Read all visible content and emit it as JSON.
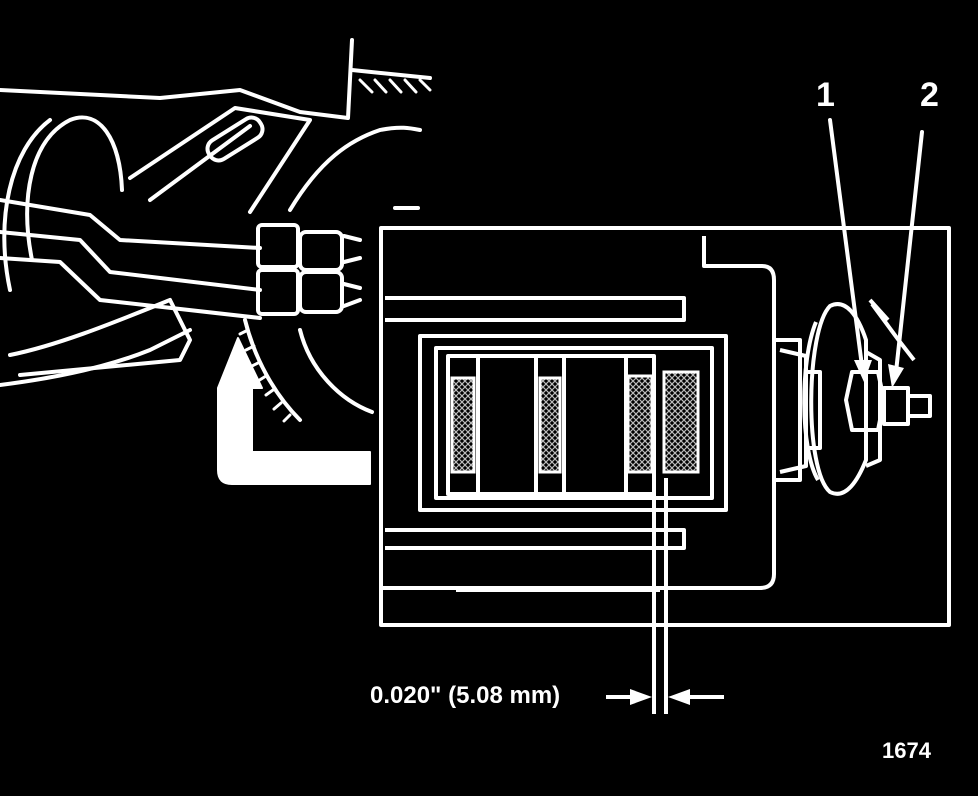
{
  "callouts": {
    "one": "1",
    "two": "2"
  },
  "dimension": {
    "label": "0.020\" (5.08 mm)"
  },
  "figure": {
    "number": "1674"
  },
  "colors": {
    "background": "#000000",
    "line": "#ffffff",
    "pad_hatch": "#888888"
  }
}
